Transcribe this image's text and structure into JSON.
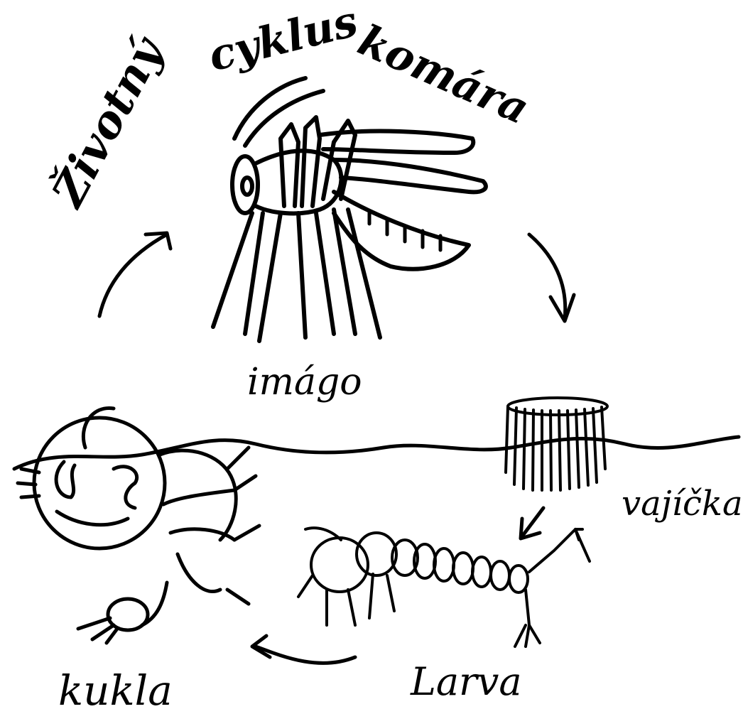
{
  "title": "Životný cyklus komára",
  "title_words": [
    "Životný",
    "cyklus",
    "komára"
  ],
  "stages": {
    "adult": "imágo",
    "eggs": "vajíčka",
    "larva": "Larva",
    "pupa": "kukla"
  },
  "icons": {
    "adult": "mosquito-drawing",
    "eggs": "egg-raft-drawing",
    "larva": "larva-drawing",
    "pupa": "pupa-drawing",
    "water": "water-surface-line",
    "arrows": "cycle-arrows"
  },
  "colors": {
    "ink": "#000000",
    "background": "#ffffff"
  }
}
